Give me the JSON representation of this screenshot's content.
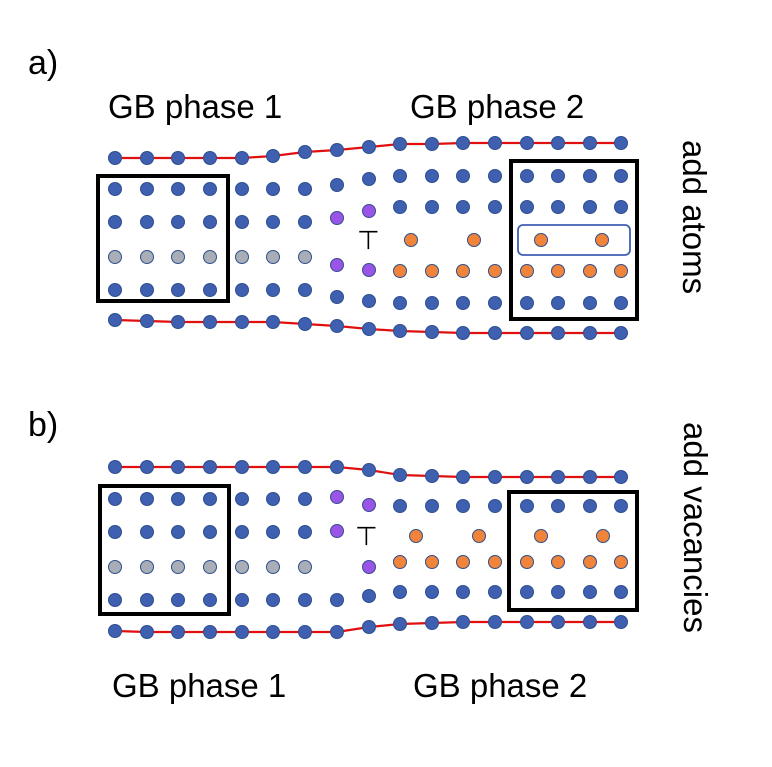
{
  "colors": {
    "blue_atom": "#3f5fb0",
    "grey_atom": "#a9adb6",
    "purple_atom": "#9a55e6",
    "orange_atom": "#ef843a",
    "atom_outline": "#2f4f8f",
    "boundary_line": "#e01010",
    "box_stroke": "#000000"
  },
  "panel_a": {
    "label": "a)",
    "phase1_label": "GB phase 1",
    "phase2_label": "GB phase 2",
    "side_label": "add atoms",
    "dislocation_symbol": "⊤"
  },
  "panel_b": {
    "label": "b)",
    "phase1_label": "GB phase 1",
    "phase2_label": "GB phase 2",
    "side_label": "add vacancies",
    "dislocation_symbol": "⊤"
  }
}
